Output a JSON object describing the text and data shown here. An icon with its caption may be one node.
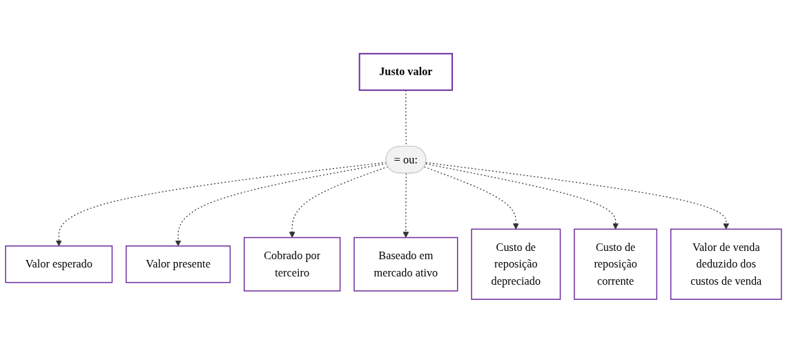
{
  "diagram": {
    "nodes": [
      {
        "text": [
          "Justo valor"
        ]
      },
      {
        "text": [
          "= ou:"
        ]
      },
      {
        "text": [
          "Valor esperado"
        ]
      },
      {
        "text": [
          "Valor presente"
        ]
      },
      {
        "text": [
          "Cobrado por terceiro"
        ]
      },
      {
        "text": [
          "Baseado em mercado ativo"
        ]
      },
      {
        "text": [
          "Custo de reposição depreciado"
        ]
      },
      {
        "text": [
          "Custo de reposição corrente"
        ]
      },
      {
        "text": [
          "Valor de venda deduzido dos custos de venda"
        ]
      }
    ],
    "edges": [
      {
        "from": 0,
        "to": 1,
        "arrow": "none",
        "style": "dashed"
      },
      {
        "from": 1,
        "to": 2,
        "arrow": "to",
        "style": "dashed"
      },
      {
        "from": 1,
        "to": 3,
        "arrow": "to",
        "style": "dashed"
      },
      {
        "from": 1,
        "to": 4,
        "arrow": "to",
        "style": "dashed"
      },
      {
        "from": 1,
        "to": 5,
        "arrow": "to",
        "style": "dashed"
      },
      {
        "from": 1,
        "to": 6,
        "arrow": "to",
        "style": "dashed"
      },
      {
        "from": 1,
        "to": 7,
        "arrow": "to",
        "style": "dashed"
      },
      {
        "from": 1,
        "to": 8,
        "arrow": "to",
        "style": "dashed"
      }
    ]
  }
}
